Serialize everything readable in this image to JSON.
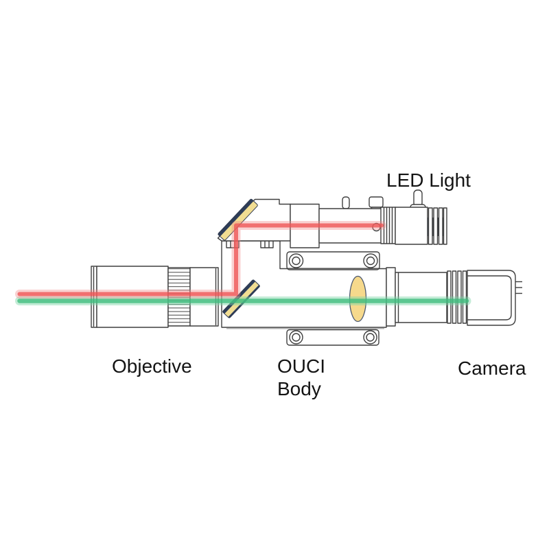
{
  "labels": {
    "led_light": "LED Light",
    "objective": "Objective",
    "ouci_body_line1": "OUCI",
    "ouci_body_line2": "Body",
    "camera": "Camera"
  },
  "colors": {
    "background": "#ffffff",
    "line": "#3f3f3f",
    "label": "#141414",
    "fin-dark": "#343b46",
    "mirror-yellow": "#f1dd92",
    "mirror-navy": "#2e3d58",
    "lens-yellow": "#f6d98c",
    "lens-outline": "#4b5870",
    "beam-red": "#ee5555",
    "beam-red-glow": "#f08a8a",
    "beam-green": "#3fbc7e",
    "beam-green-glow": "#7dd4a6"
  }
}
